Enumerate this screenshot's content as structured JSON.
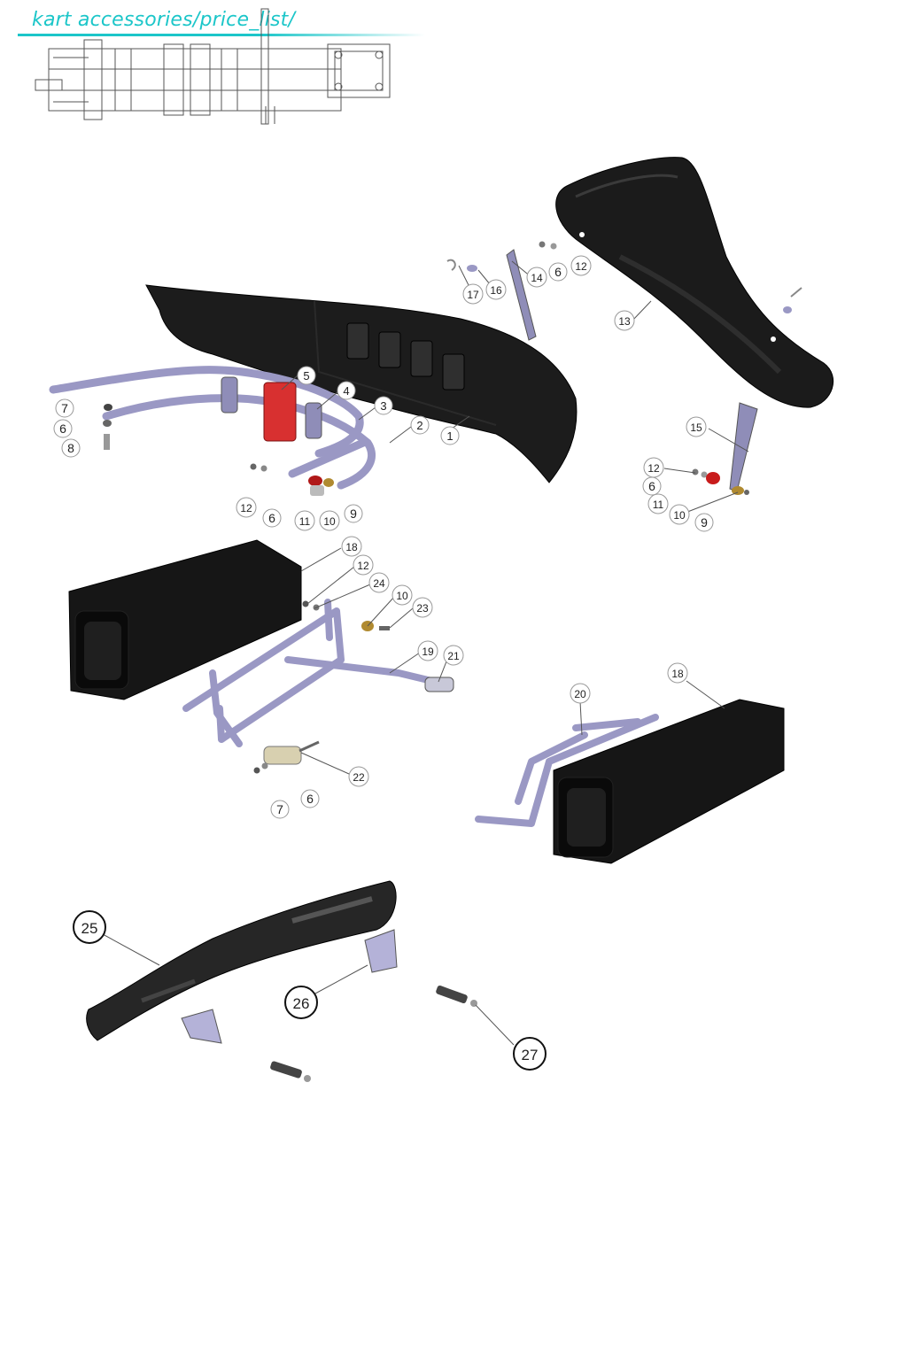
{
  "header": {
    "title": "kart accessories/price_list/"
  },
  "colors": {
    "accent": "#1cc6c9",
    "body_black": "#1a1a1a",
    "tube_lavender": "#9a98c4",
    "clamp_red": "#d83030"
  },
  "callouts": {
    "c1": "1",
    "c2": "2",
    "c3": "3",
    "c4": "4",
    "c5": "5",
    "c6a": "6",
    "c7a": "7",
    "c8": "8",
    "c9a": "9",
    "c10a": "10",
    "c11a": "11",
    "c12a": "12",
    "c6b": "6",
    "c12b": "12",
    "c6c": "6",
    "c13": "13",
    "c14": "14",
    "c16": "16",
    "c17": "17",
    "c15": "15",
    "c12c": "12",
    "c6d": "6",
    "c11b": "11",
    "c10b": "10",
    "c9b": "9",
    "c18a": "18",
    "c12d": "12",
    "c24": "24",
    "c10c": "10",
    "c23": "23",
    "c19": "19",
    "c21": "21",
    "c22": "22",
    "c7b": "7",
    "c6e": "6",
    "c20": "20",
    "c18b": "18",
    "c25": "25",
    "c26": "26",
    "c27": "27"
  }
}
